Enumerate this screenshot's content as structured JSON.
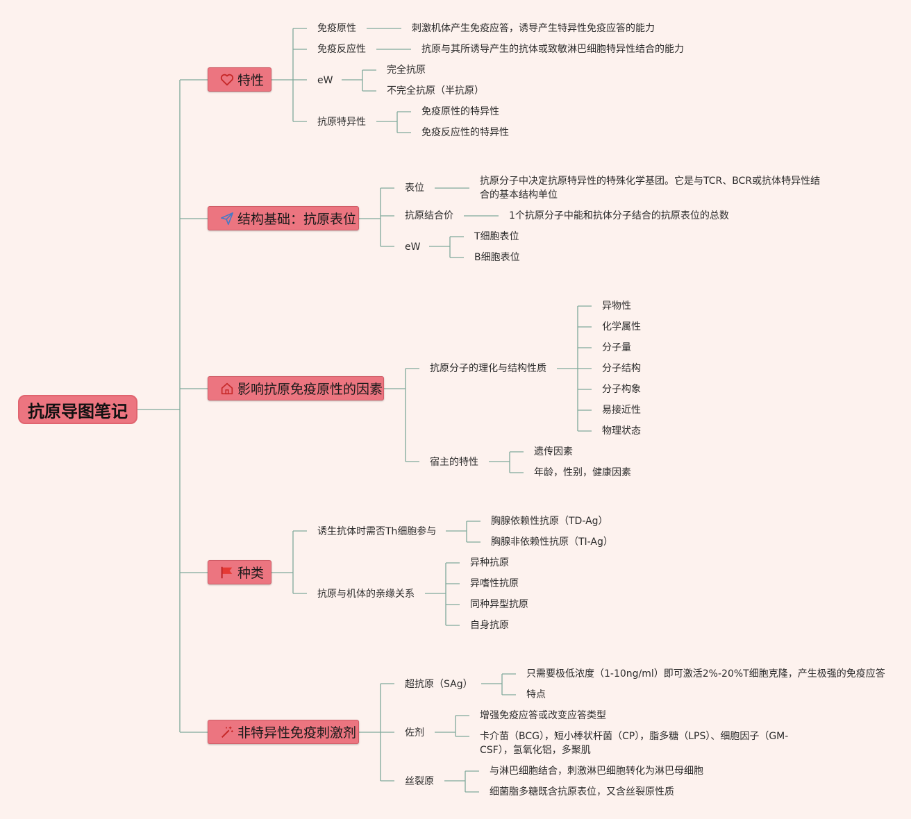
{
  "root": {
    "label": "抗原导图笔记"
  },
  "branches": [
    {
      "label": "特性",
      "icon": "heart-icon",
      "children": [
        {
          "label": "免疫原性",
          "children": [
            {
              "label": "刺激机体产生免疫应答，诱导产生特异性免疫应答的能力"
            }
          ]
        },
        {
          "label": "免疫反应性",
          "children": [
            {
              "label": "抗原与其所诱导产生的抗体或致敏淋巴细胞特异性结合的能力"
            }
          ]
        },
        {
          "label": "eW",
          "children": [
            {
              "label": "完全抗原"
            },
            {
              "label": "不完全抗原（半抗原）"
            }
          ]
        },
        {
          "label": "抗原特异性",
          "children": [
            {
              "label": "免疫原性的特异性"
            },
            {
              "label": "免疫反应性的特异性"
            }
          ]
        }
      ]
    },
    {
      "label": "结构基础：抗原表位",
      "icon": "paper-plane-icon",
      "children": [
        {
          "label": "表位",
          "children": [
            {
              "label": "抗原分子中决定抗原特异性的特殊化学基团。它是与TCR、BCR或抗体特异性结合的基本结构单位"
            }
          ]
        },
        {
          "label": "抗原结合价",
          "children": [
            {
              "label": "1个抗原分子中能和抗体分子结合的抗原表位的总数"
            }
          ]
        },
        {
          "label": "eW",
          "children": [
            {
              "label": "T细胞表位"
            },
            {
              "label": "B细胞表位"
            }
          ]
        }
      ]
    },
    {
      "label": "影响抗原免疫原性的因素",
      "icon": "house-icon",
      "children": [
        {
          "label": "抗原分子的理化与结构性质",
          "children": [
            {
              "label": "异物性"
            },
            {
              "label": "化学属性"
            },
            {
              "label": "分子量"
            },
            {
              "label": "分子结构"
            },
            {
              "label": "分子构象"
            },
            {
              "label": "易接近性"
            },
            {
              "label": "物理状态"
            }
          ]
        },
        {
          "label": "宿主的特性",
          "children": [
            {
              "label": "遗传因素"
            },
            {
              "label": "年龄，性别，健康因素"
            }
          ]
        }
      ]
    },
    {
      "label": "种类",
      "icon": "flag-icon",
      "children": [
        {
          "label": "诱生抗体时需否Th细胞参与",
          "children": [
            {
              "label": "胸腺依赖性抗原（TD-Ag）"
            },
            {
              "label": "胸腺非依赖性抗原（TI-Ag）"
            }
          ]
        },
        {
          "label": "抗原与机体的亲缘关系",
          "children": [
            {
              "label": "异种抗原"
            },
            {
              "label": "异嗜性抗原"
            },
            {
              "label": "同种异型抗原"
            },
            {
              "label": "自身抗原"
            }
          ]
        }
      ]
    },
    {
      "label": "非特异性免疫刺激剂",
      "icon": "magic-wand-icon",
      "children": [
        {
          "label": "超抗原（SAg）",
          "children": [
            {
              "label": "只需要极低浓度（1-10ng/ml）即可激活2%-20%T细胞克隆，产生极强的免疫应答"
            },
            {
              "label": "特点"
            }
          ]
        },
        {
          "label": "佐剂",
          "children": [
            {
              "label": "增强免疫应答或改变应答类型"
            },
            {
              "label": "卡介苗（BCG），短小棒状杆菌（CP），脂多糖（LPS）、细胞因子（GM-CSF），氢氧化铝，多聚肌"
            }
          ]
        },
        {
          "label": "丝裂原",
          "children": [
            {
              "label": "与淋巴细胞结合，刺激淋巴细胞转化为淋巴母细胞"
            },
            {
              "label": "细菌脂多糖既含抗原表位，又含丝裂原性质"
            }
          ]
        }
      ]
    }
  ],
  "colors": {
    "background": "#fdf2ee",
    "node_fill": "#ec7580",
    "connector": "#7fa89a",
    "icon_red": "#e53935",
    "icon_blue": "#4a79c4"
  }
}
